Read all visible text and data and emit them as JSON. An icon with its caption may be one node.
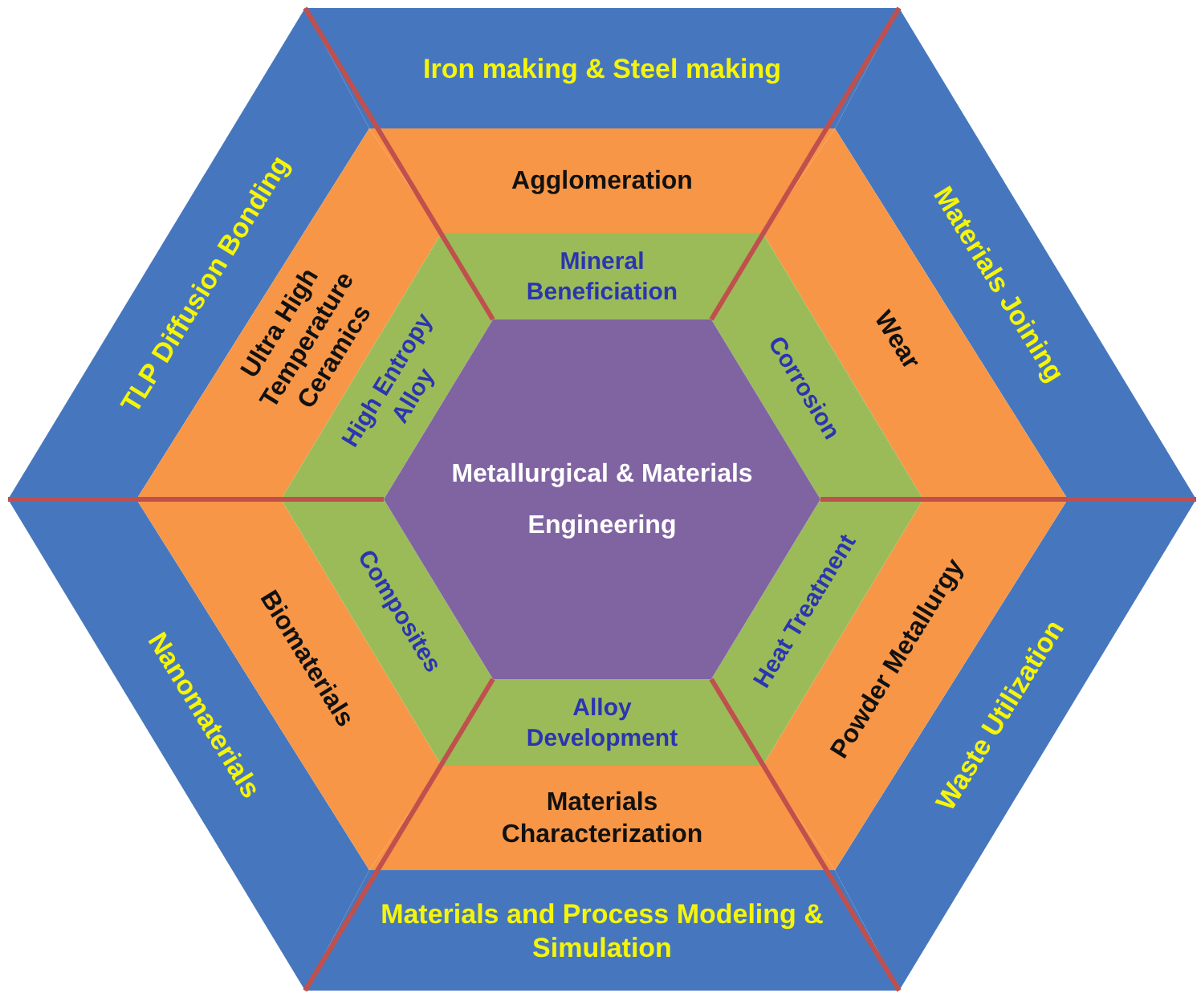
{
  "diagram": {
    "nodes": [
      {
        "text": [
          "Iron making & Steel making"
        ]
      },
      {
        "text": [
          "Materials Joining"
        ]
      },
      {
        "text": [
          "Waste Utilization"
        ]
      },
      {
        "text": [
          "Materials and Process Modeling & Simulation"
        ]
      },
      {
        "text": [
          "Nanomaterials"
        ]
      },
      {
        "text": [
          "TLP Diffusion Bonding"
        ]
      },
      {
        "text": [
          "Agglomeration"
        ]
      },
      {
        "text": [
          "Wear"
        ]
      },
      {
        "text": [
          "Powder Metallurgy"
        ]
      },
      {
        "text": [
          "Materials Characterization"
        ]
      },
      {
        "text": [
          "Biomaterials"
        ]
      },
      {
        "text": [
          "Ultra High Temperature Ceramics"
        ]
      },
      {
        "text": [
          "Mineral Beneficiation"
        ]
      },
      {
        "text": [
          "Corrosion"
        ]
      },
      {
        "text": [
          "Heat Treatment"
        ]
      },
      {
        "text": [
          "Alloy Development"
        ]
      },
      {
        "text": [
          "Composites"
        ]
      },
      {
        "text": [
          "High Entropy Alloy"
        ]
      },
      {
        "text": [
          "Metallurgical & Materials Engineering"
        ]
      }
    ]
  }
}
